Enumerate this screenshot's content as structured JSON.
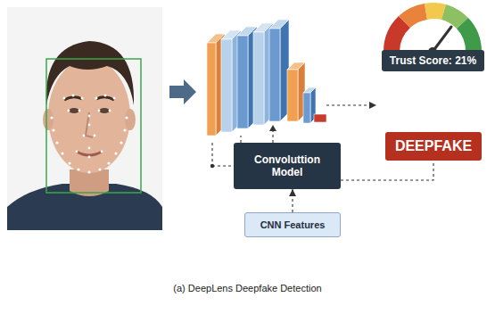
{
  "diagram": {
    "caption": "(a) DeepLens Deepfake Detection",
    "nodes": [
      {
        "text": [
          "Trust Score: 21%"
        ]
      },
      {
        "text": [
          "DEEPFAKE"
        ]
      },
      {
        "text": [
          "Convoluttion Model"
        ]
      },
      {
        "text": [
          "CNN Features"
        ]
      }
    ],
    "edges": [
      {
        "from": 3,
        "to": 2,
        "arrow": "to"
      },
      {
        "from": 2,
        "to": 1,
        "arrow": "none"
      }
    ]
  }
}
